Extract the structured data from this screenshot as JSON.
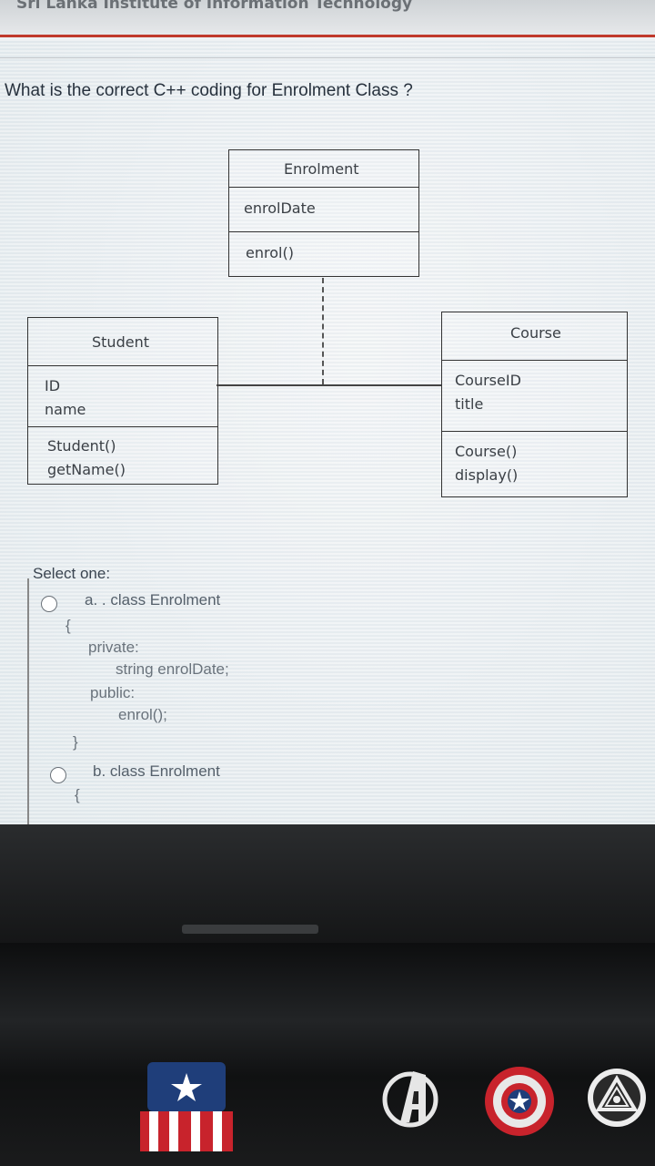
{
  "header": {
    "institution": "Sri Lanka Institute of Information Technology"
  },
  "question": {
    "text": "What is the correct C++ coding for Enrolment Class ?"
  },
  "diagram": {
    "enrolment": {
      "name": "Enrolment",
      "attributes": [
        "enrolDate"
      ],
      "methods": [
        "enrol()"
      ]
    },
    "student": {
      "name": "Student",
      "attributes": [
        "ID",
        "name"
      ],
      "methods": [
        "Student()",
        "getName()"
      ]
    },
    "course": {
      "name": "Course",
      "attributes": [
        "CourseID",
        "title"
      ],
      "methods": [
        "Course()",
        "display()"
      ]
    }
  },
  "answers": {
    "select_label": "Select one:",
    "option_a": {
      "label": "a. .  class Enrolment",
      "code": [
        "{",
        "private:",
        "string enrolDate;",
        "public:",
        "enrol();",
        "}"
      ]
    },
    "option_b": {
      "label": "b. class Enrolment",
      "code": [
        "{"
      ]
    }
  },
  "stickers": [
    "captain-america-shorts-sticker",
    "avengers-logo-sticker",
    "captain-america-shield-sticker",
    "iron-man-arc-reactor-sticker"
  ]
}
